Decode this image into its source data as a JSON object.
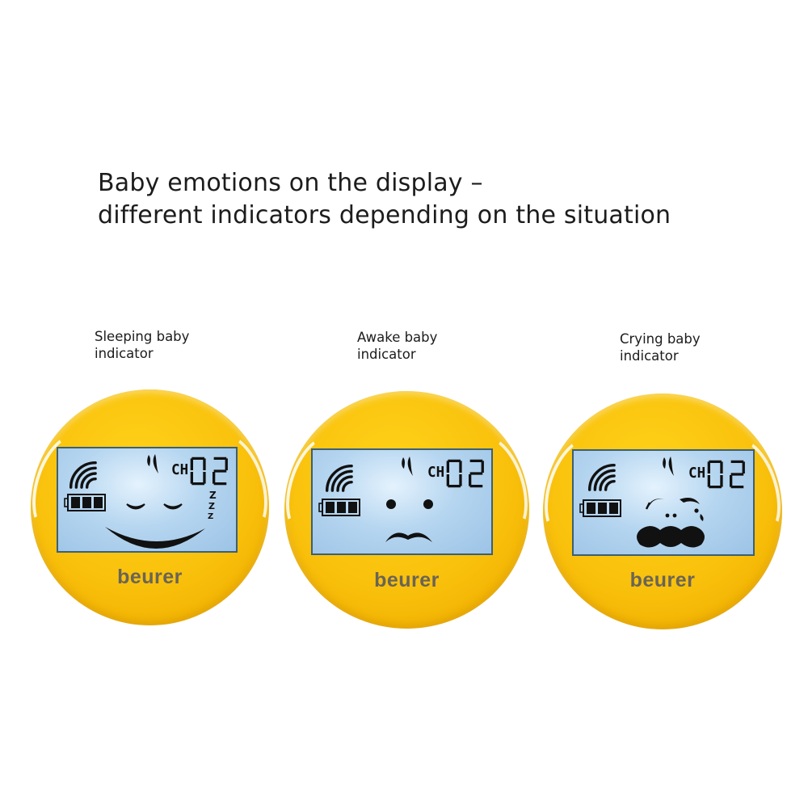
{
  "headline": {
    "line1": "Baby emotions on the display –",
    "line2": "different indicators depending on the situation"
  },
  "colors": {
    "device_yellow": "#f9c10c",
    "lcd_blue": "#b6d6f0",
    "lcd_border": "#3c5f76",
    "segment_black": "#111111",
    "brand_gray": "#6a6455"
  },
  "devices": [
    {
      "caption_line1": "Sleeping baby",
      "caption_line2": "indicator",
      "channel_label": "CH",
      "channel_number": "02",
      "battery_bars": 3,
      "signal_icon": "wifi-signal-icon",
      "face": "sleeping-face-icon",
      "extra": "ZZZ",
      "brand": "beurer"
    },
    {
      "caption_line1": "Awake baby",
      "caption_line2": "indicator",
      "channel_label": "CH",
      "channel_number": "02",
      "battery_bars": 3,
      "signal_icon": "wifi-signal-icon",
      "face": "awake-face-icon",
      "brand": "beurer"
    },
    {
      "caption_line1": "Crying baby",
      "caption_line2": "indicator",
      "channel_label": "CH",
      "channel_number": "02",
      "battery_bars": 3,
      "signal_icon": "wifi-signal-icon",
      "face": "crying-face-icon",
      "brand": "beurer"
    }
  ]
}
